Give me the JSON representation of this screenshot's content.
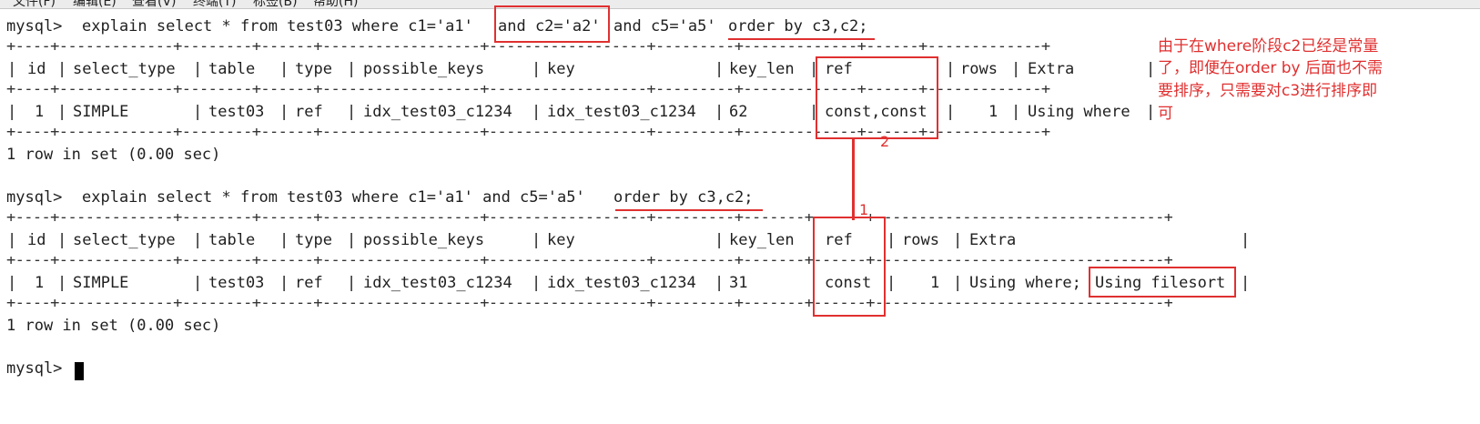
{
  "menubar": {
    "items": [
      "文件(F)",
      "编辑(E)",
      "查看(V)",
      "终端(T)",
      "标签(B)",
      "帮助(H)"
    ]
  },
  "terminal": {
    "prompt": "mysql>",
    "query1": {
      "cmd_prefix": "explain select * from test03 where c1='a1'",
      "cmd_hl1": "and c2='a2'",
      "cmd_mid": "and c5='a5'",
      "cmd_hl2": "order by c3,c2;",
      "headers": [
        "id",
        "select_type",
        "table",
        "type",
        "possible_keys",
        "key",
        "key_len",
        "ref",
        "rows",
        "Extra"
      ],
      "row": [
        "1",
        "SIMPLE",
        "test03",
        "ref",
        "idx_test03_c1234",
        "idx_test03_c1234",
        "62",
        "const,const",
        "1",
        "Using where"
      ],
      "footer": "1 row in set (0.00 sec)"
    },
    "query2": {
      "cmd_prefix": "explain select * from test03 where c1='a1' and c5='a5'",
      "cmd_hl": "order by c3,c2;",
      "headers": [
        "id",
        "select_type",
        "table",
        "type",
        "possible_keys",
        "key",
        "key_len",
        "ref",
        "rows",
        "Extra"
      ],
      "row": [
        "1",
        "SIMPLE",
        "test03",
        "ref",
        "idx_test03_c1234",
        "idx_test03_c1234",
        "31",
        "const",
        "1",
        "Using where;",
        "Using filesort"
      ],
      "footer": "1 row in set (0.00 sec)"
    }
  },
  "annotations": {
    "note_line1": "由于在where阶段c2已经是常量",
    "note_line2": "了，即便在order by 后面也不需",
    "note_line3": "要排序，只需要对c3进行排序即",
    "note_line4": "可",
    "label_2": "2",
    "label_1": "1",
    "color": "#e03030"
  }
}
